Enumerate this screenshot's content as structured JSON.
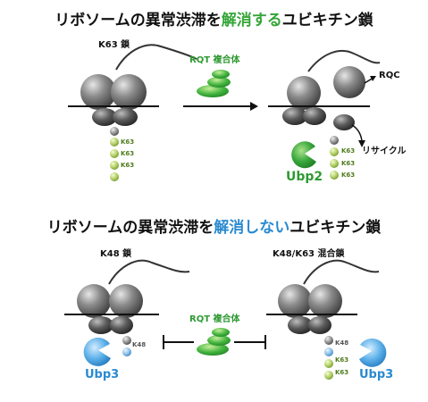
{
  "top": {
    "title_pre": "リボソームの異常渋滞を",
    "title_hl": "解消する",
    "title_post": "ユビキチン鎖",
    "chain_label": "K63 鎖",
    "rqt_label": "RQT 複合体",
    "rqc_label": "RQC",
    "recycle_label": "リサイクル",
    "ubp_label": "Ubp2",
    "k_left": [
      "K63",
      "K63",
      "K63"
    ],
    "k_right": [
      "K63",
      "K63",
      "K63"
    ]
  },
  "bottom": {
    "title_pre": "リボソームの異常渋滞を",
    "title_hl": "解消しない",
    "title_post": "ユビキチン鎖",
    "chain_left_label": "K48 鎖",
    "chain_right_label": "K48/K63 混合鎖",
    "rqt_label": "RQT 複合体",
    "ubp_left": "Ubp3",
    "ubp_right": "Ubp3",
    "k_left": [
      "K48"
    ],
    "k_right": [
      "K48",
      "K63",
      "K63"
    ]
  },
  "colors": {
    "green_title": "#35a538",
    "blue_title": "#2a8ad0",
    "ubiquitin_green": "#b6d36a",
    "ubiquitin_blue": "#8fc3ea",
    "rqt_green": "#3fae3d",
    "ubp_blue": "#2a8ad0",
    "ribosome_grey": "#7c7c7c"
  }
}
